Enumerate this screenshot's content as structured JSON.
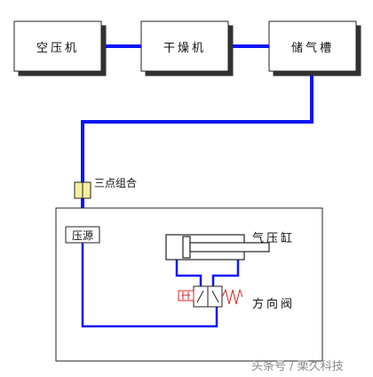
{
  "equipment": {
    "compressor": "空压机",
    "dryer": "干燥机",
    "tank": "储气槽",
    "frl_unit": "三点组合",
    "source": "压源",
    "cylinder": "气压缸",
    "valve": "方向阀"
  },
  "watermark": "头条号 / 栗久科技",
  "colors": {
    "pipe": "#0a14ff",
    "valve_red": "#e02020",
    "frl_fill": "#f4f0a0"
  }
}
